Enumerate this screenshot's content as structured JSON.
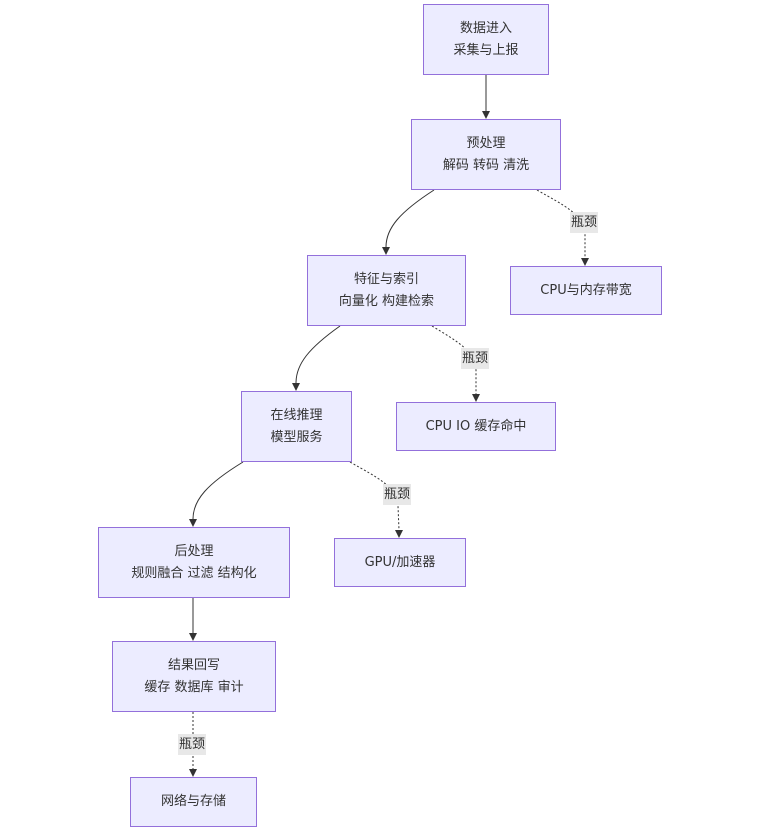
{
  "diagram": {
    "type": "flowchart",
    "direction": "top-to-bottom",
    "colors": {
      "node_fill": "#ECECFF",
      "node_border": "#9370DB",
      "text": "#333333",
      "edge": "#333333",
      "edge_label_background": "#e8e8e8"
    },
    "nodes": {
      "ingest": {
        "line1": "数据进入",
        "line2": "采集与上报"
      },
      "preprocess": {
        "line1": "预处理",
        "line2": "解码 转码 清洗"
      },
      "feature": {
        "line1": "特征与索引",
        "line2": "向量化 构建检索"
      },
      "inference": {
        "line1": "在线推理",
        "line2": "模型服务"
      },
      "postprocess": {
        "line1": "后处理",
        "line2": "规则融合 过滤 结构化"
      },
      "writeback": {
        "line1": "结果回写",
        "line2": "缓存 数据库 审计"
      },
      "bottleneck_cpu_mem": {
        "label": "CPU与内存带宽"
      },
      "bottleneck_cpu_io": {
        "label": "CPU IO 缓存命中"
      },
      "bottleneck_gpu": {
        "label": "GPU/加速器"
      },
      "bottleneck_net": {
        "label": "网络与存储"
      }
    },
    "edges": [
      {
        "from": "ingest",
        "to": "preprocess",
        "style": "solid",
        "label": ""
      },
      {
        "from": "preprocess",
        "to": "feature",
        "style": "solid",
        "label": ""
      },
      {
        "from": "preprocess",
        "to": "bottleneck_cpu_mem",
        "style": "dashed",
        "label": "瓶颈"
      },
      {
        "from": "feature",
        "to": "inference",
        "style": "solid",
        "label": ""
      },
      {
        "from": "feature",
        "to": "bottleneck_cpu_io",
        "style": "dashed",
        "label": "瓶颈"
      },
      {
        "from": "inference",
        "to": "postprocess",
        "style": "solid",
        "label": ""
      },
      {
        "from": "inference",
        "to": "bottleneck_gpu",
        "style": "dashed",
        "label": "瓶颈"
      },
      {
        "from": "postprocess",
        "to": "writeback",
        "style": "solid",
        "label": ""
      },
      {
        "from": "writeback",
        "to": "bottleneck_net",
        "style": "dashed",
        "label": "瓶颈"
      }
    ]
  }
}
